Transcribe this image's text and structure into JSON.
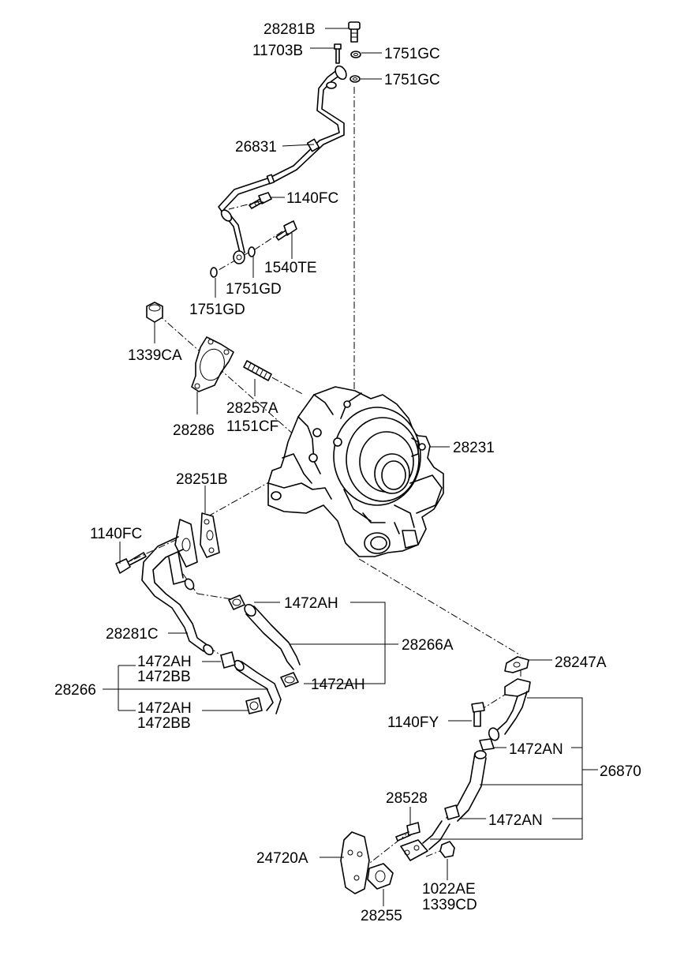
{
  "labels": {
    "p28281B": "28281B",
    "p11703B": "11703B",
    "p1751GC_a": "1751GC",
    "p1751GC_b": "1751GC",
    "p26831": "26831",
    "p1140FC_a": "1140FC",
    "p1540TE": "1540TE",
    "p1751GD_a": "1751GD",
    "p1751GD_b": "1751GD",
    "p1339CA": "1339CA",
    "p28257A": "28257A",
    "p1151CF": "1151CF",
    "p28286": "28286",
    "p28231": "28231",
    "p28251B": "28251B",
    "p1140FC_b": "1140FC",
    "p1472AH_a": "1472AH",
    "p28266A": "28266A",
    "p28281C": "28281C",
    "p1472AH_b": "1472AH",
    "p1472BB_a": "1472BB",
    "p28266": "28266",
    "p1472AH_c": "1472AH",
    "p1472AH_d": "1472AH",
    "p1472BB_b": "1472BB",
    "p28247A": "28247A",
    "p1140FY": "1140FY",
    "p1472AN_a": "1472AN",
    "p26870": "26870",
    "p28528": "28528",
    "p1472AN_b": "1472AN",
    "p24720A": "24720A",
    "p1022AE": "1022AE",
    "p1339CD": "1339CD",
    "p28255": "28255"
  }
}
